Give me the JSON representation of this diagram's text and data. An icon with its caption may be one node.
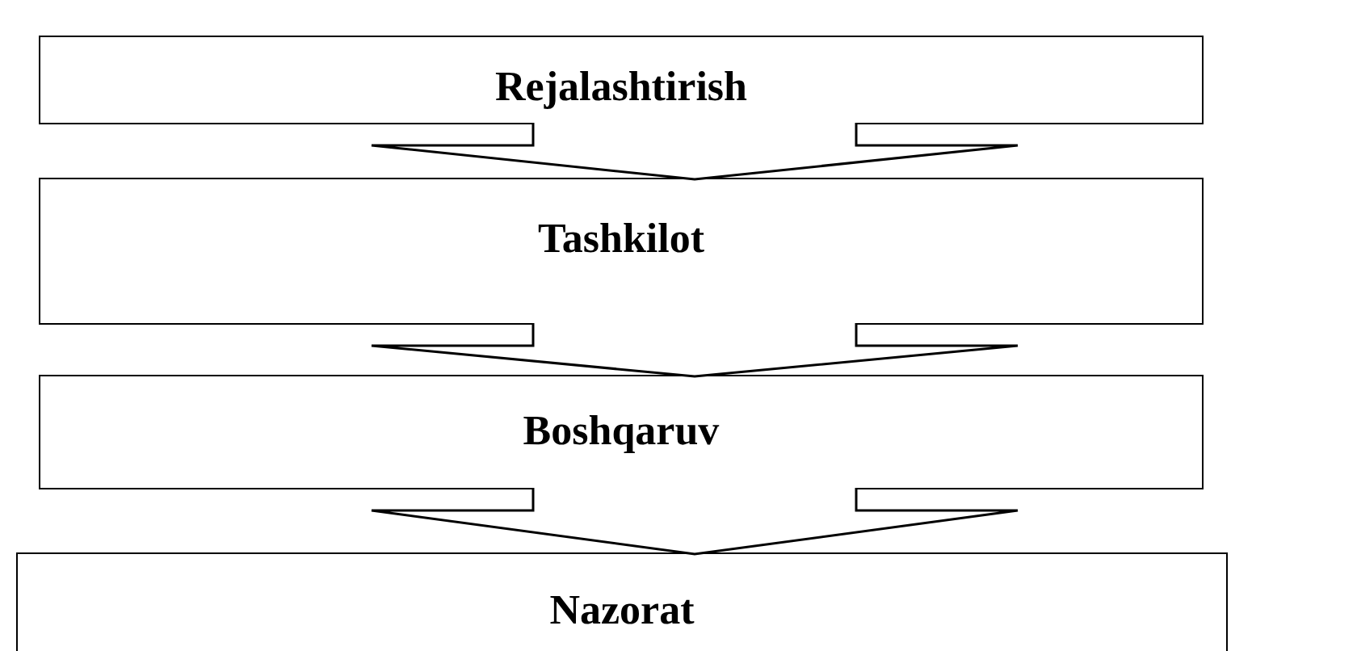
{
  "diagram": {
    "nodes": [
      {
        "text": [
          "Rejalashtirish"
        ]
      },
      {
        "text": [
          "Tashkilot"
        ]
      },
      {
        "text": [
          "Boshqaruv"
        ]
      },
      {
        "text": [
          "Nazorat"
        ]
      }
    ],
    "edges": [
      {
        "from": 0,
        "to": 1,
        "arrow": "to"
      },
      {
        "from": 1,
        "to": 2,
        "arrow": "to"
      },
      {
        "from": 2,
        "to": 3,
        "arrow": "to"
      }
    ]
  }
}
